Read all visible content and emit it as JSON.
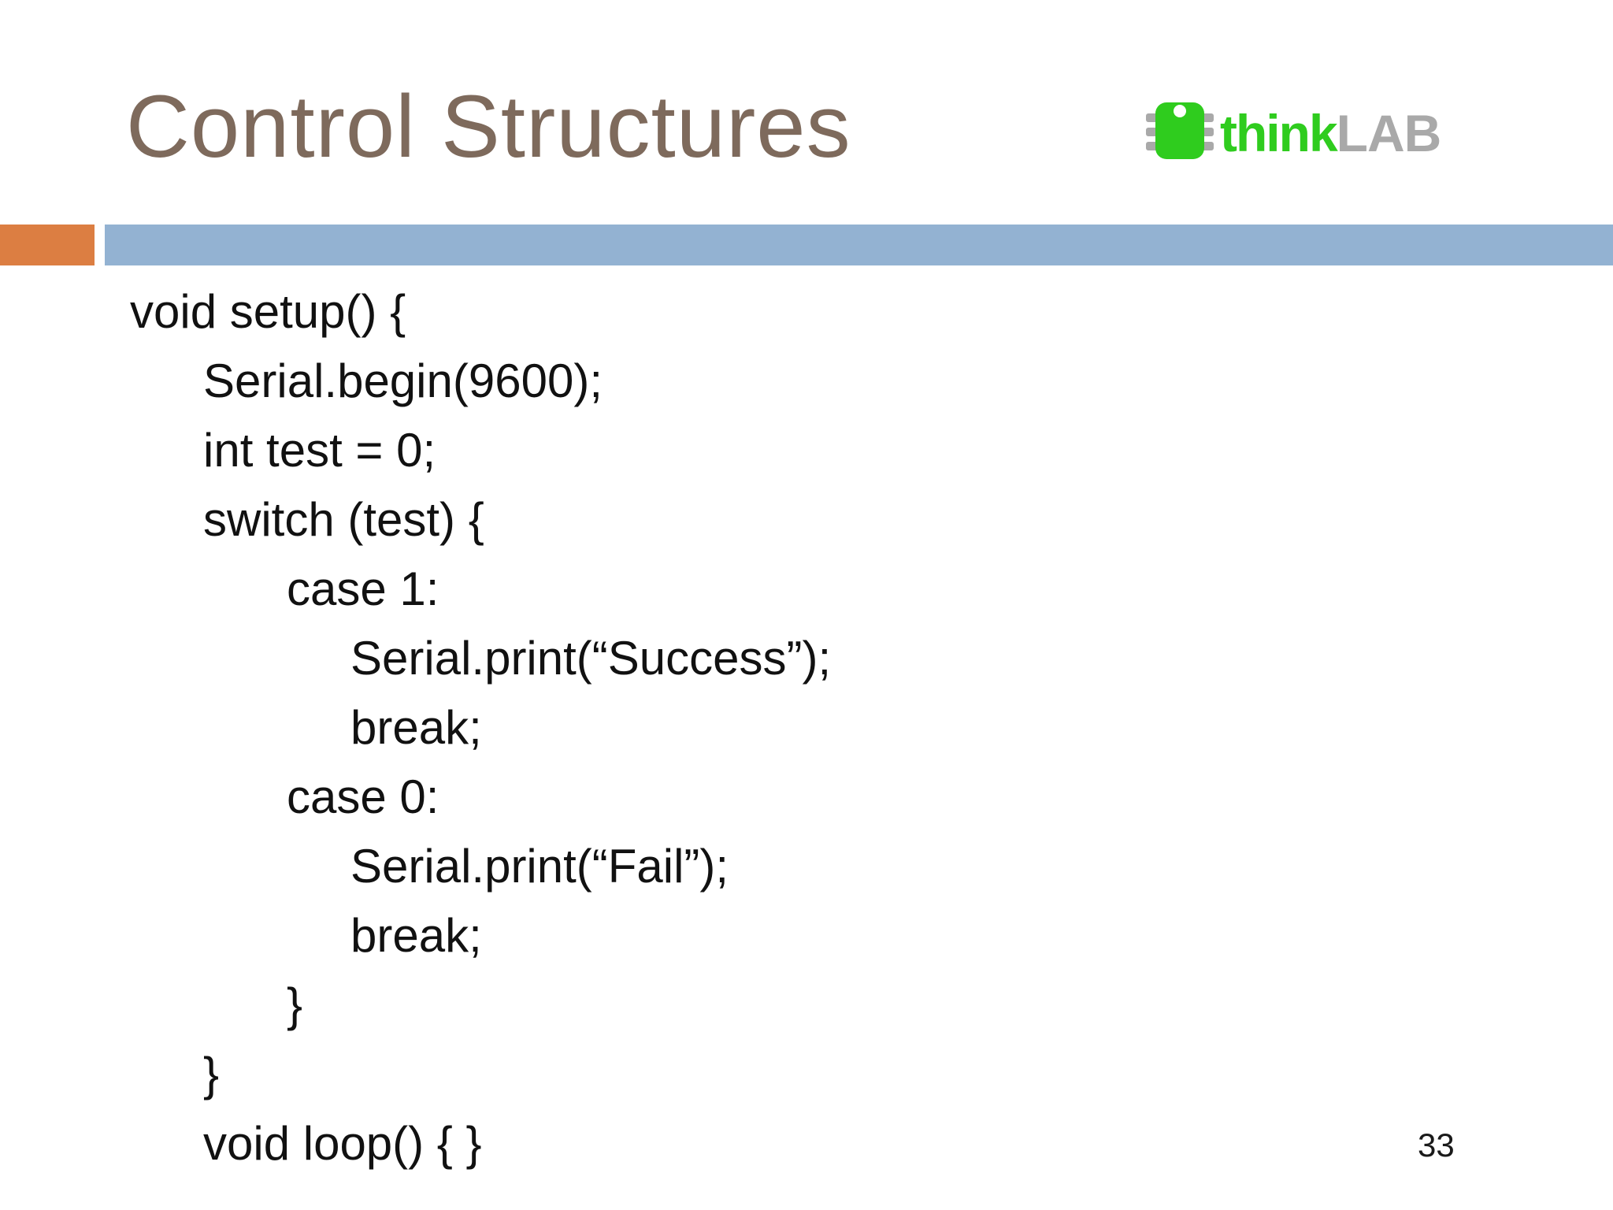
{
  "slide": {
    "title": "Control Structures",
    "page_number": "33",
    "logo": {
      "icon": "chip-icon",
      "text_green": "think",
      "text_gray": "LAB"
    },
    "colors": {
      "title": "#7E6A5C",
      "accent_orange": "#DC7E42",
      "accent_blue": "#93B2D2",
      "logo_green": "#2FCC1E",
      "logo_gray": "#A9A9A9",
      "code_text": "#111111",
      "page_number": "#1A1A1A"
    },
    "code_lines": [
      {
        "indent": 0,
        "text": "void setup() {"
      },
      {
        "indent": 1,
        "text": "Serial.begin(9600);"
      },
      {
        "indent": 1,
        "text": "int test = 0;"
      },
      {
        "indent": 1,
        "text": "switch (test) {"
      },
      {
        "indent": 2,
        "text": "case 1:"
      },
      {
        "indent": 3,
        "text": "Serial.print(“Success”);"
      },
      {
        "indent": 3,
        "text": "break;"
      },
      {
        "indent": 2,
        "text": "case 0:"
      },
      {
        "indent": 3,
        "text": "Serial.print(“Fail”);"
      },
      {
        "indent": 3,
        "text": "break;"
      },
      {
        "indent": 2,
        "text": "}"
      },
      {
        "indent": 1,
        "text": "}"
      },
      {
        "indent": 1,
        "text": "void loop() { }"
      }
    ]
  }
}
